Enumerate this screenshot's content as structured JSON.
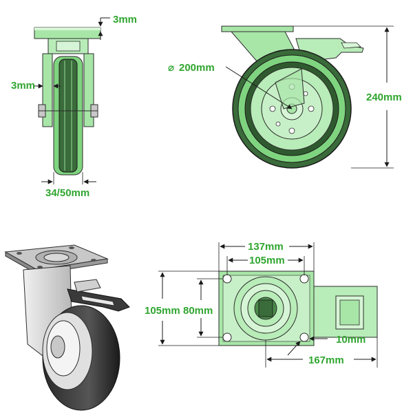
{
  "colors": {
    "dimension": "#2fa52f",
    "part_fill": "#a8e6a8",
    "part_fill_light": "#d6f5d6",
    "part_fill_dark": "#6fcf6f",
    "outline": "#2b2b2b",
    "tyre": "#1f1f1f",
    "steel": "#c8c8c8"
  },
  "dimensions": {
    "plate_thickness": "3mm",
    "fork_thickness": "3mm",
    "wheel_width": "34/50mm",
    "wheel_diameter": "200mm",
    "diameter_symbol": "⌀",
    "overall_height": "240mm",
    "plate_length": "137mm",
    "hole_spacing_length": "105mm",
    "plate_width": "105mm",
    "hole_spacing_width": "80mm",
    "bolt_hole": "10mm",
    "brake_reach": "167mm"
  }
}
